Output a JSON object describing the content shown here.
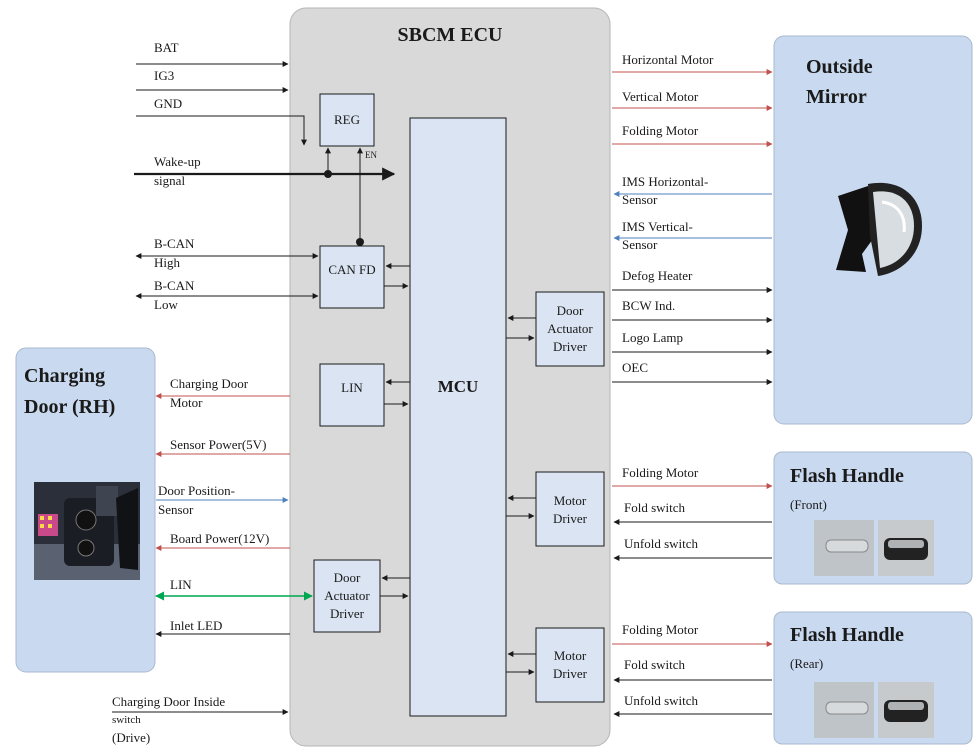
{
  "ecu": {
    "title": "SBCM ECU",
    "colors": {
      "body": "#d9d9d9",
      "title": "#2e75b6"
    }
  },
  "colors": {
    "blocks": "#dae4f2",
    "panels": "#c9d9ef",
    "red_arrow": "#c0504d",
    "blue_arrow": "#4f81bd",
    "green_arrow": "#00a650",
    "black_arrow": "#1a1a1a"
  },
  "blocks": {
    "reg": "REG",
    "en": "EN",
    "canfd": "CAN FD",
    "lin": "LIN",
    "mcu": "MCU",
    "dad_right": [
      "Door",
      "Actuator",
      "Driver"
    ],
    "dad_left": [
      "Door",
      "Actuator",
      "Driver"
    ],
    "motor_driver_1": [
      "Motor",
      "Driver"
    ],
    "motor_driver_2": [
      "Motor",
      "Driver"
    ]
  },
  "left_inputs": {
    "bat": "BAT",
    "ig3": "IG3",
    "gnd": "GND",
    "wakeup": [
      "Wake-up",
      "signal"
    ],
    "bcan_high": [
      "B-CAN",
      "High"
    ],
    "bcan_low": [
      "B-CAN",
      "Low"
    ],
    "inside_switch": [
      "Charging Door Inside",
      "switch",
      "(Drive)"
    ]
  },
  "charging_door": {
    "title": [
      "Charging",
      "Door (RH)"
    ],
    "icon": "charging-port-photo",
    "signals": {
      "motor": [
        "Charging Door",
        "Motor"
      ],
      "sensor_power": "Sensor Power(5V)",
      "position_sensor": [
        "Door Position-",
        "Sensor"
      ],
      "board_power": "Board Power(12V)",
      "lin": "LIN",
      "inlet_led": "Inlet LED"
    }
  },
  "outside_mirror": {
    "title": [
      "Outside",
      "Mirror"
    ],
    "icon": "side-mirror-photo",
    "signals": {
      "horizontal_motor": "Horizontal Motor",
      "vertical_motor": "Vertical Motor",
      "folding_motor": "Folding Motor",
      "ims_horizontal": [
        "IMS Horizontal-",
        "Sensor"
      ],
      "ims_vertical": [
        "IMS Vertical-",
        "Sensor"
      ],
      "defog": "Defog Heater",
      "bcw": "BCW Ind.",
      "logo": "Logo Lamp",
      "oec": "OEC"
    }
  },
  "flash_front": {
    "title": "Flash Handle",
    "subtitle": "(Front)",
    "icon": "door-handle-photo",
    "signals": {
      "folding_motor": "Folding Motor",
      "fold": "Fold switch",
      "unfold": "Unfold switch"
    }
  },
  "flash_rear": {
    "title": "Flash Handle",
    "subtitle": "(Rear)",
    "icon": "door-handle-photo",
    "signals": {
      "folding_motor": "Folding Motor",
      "fold": "Fold switch",
      "unfold": "Unfold switch"
    }
  }
}
